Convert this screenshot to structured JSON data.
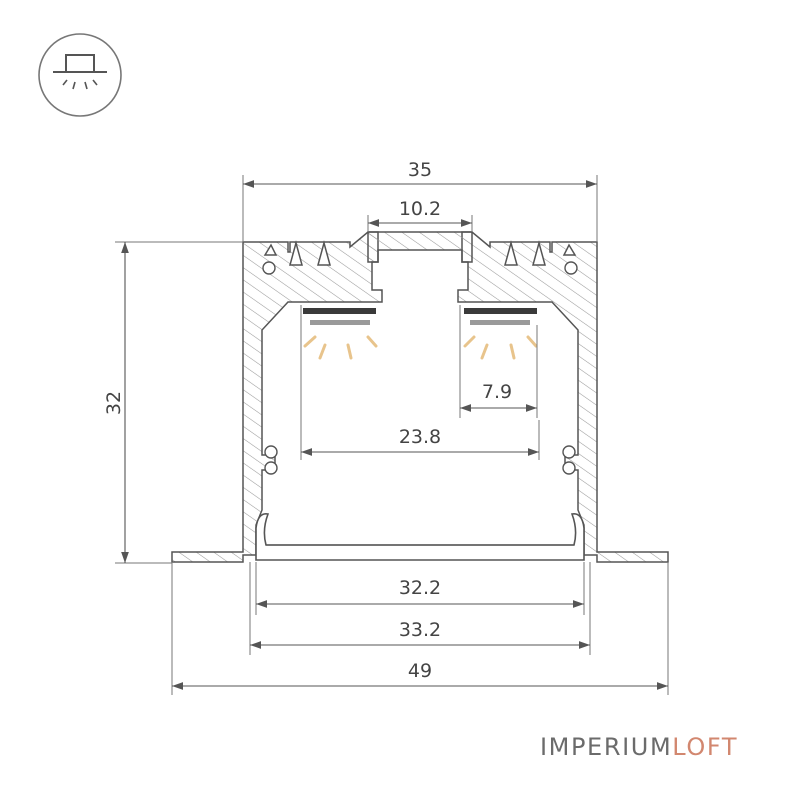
{
  "icon": {
    "name": "recessed-mount-icon"
  },
  "dimensions": {
    "outer_width": "35",
    "top_opening": "10.2",
    "height": "32",
    "led_strip": "7.9",
    "inner_width": "23.8",
    "diffuser_inner": "32.2",
    "diffuser_outer": "33.2",
    "flange_width": "49"
  },
  "brand": {
    "part1": "IMPERIUM",
    "part2": "LOFT"
  },
  "colors": {
    "line": "#555555",
    "hatch": "#9a9a9a",
    "led": "#3a3a3a",
    "led_light": "#9a9a9a",
    "beam": "#e8c48c",
    "brand_gray": "#6b6b6b",
    "brand_accent": "#d2876f"
  }
}
